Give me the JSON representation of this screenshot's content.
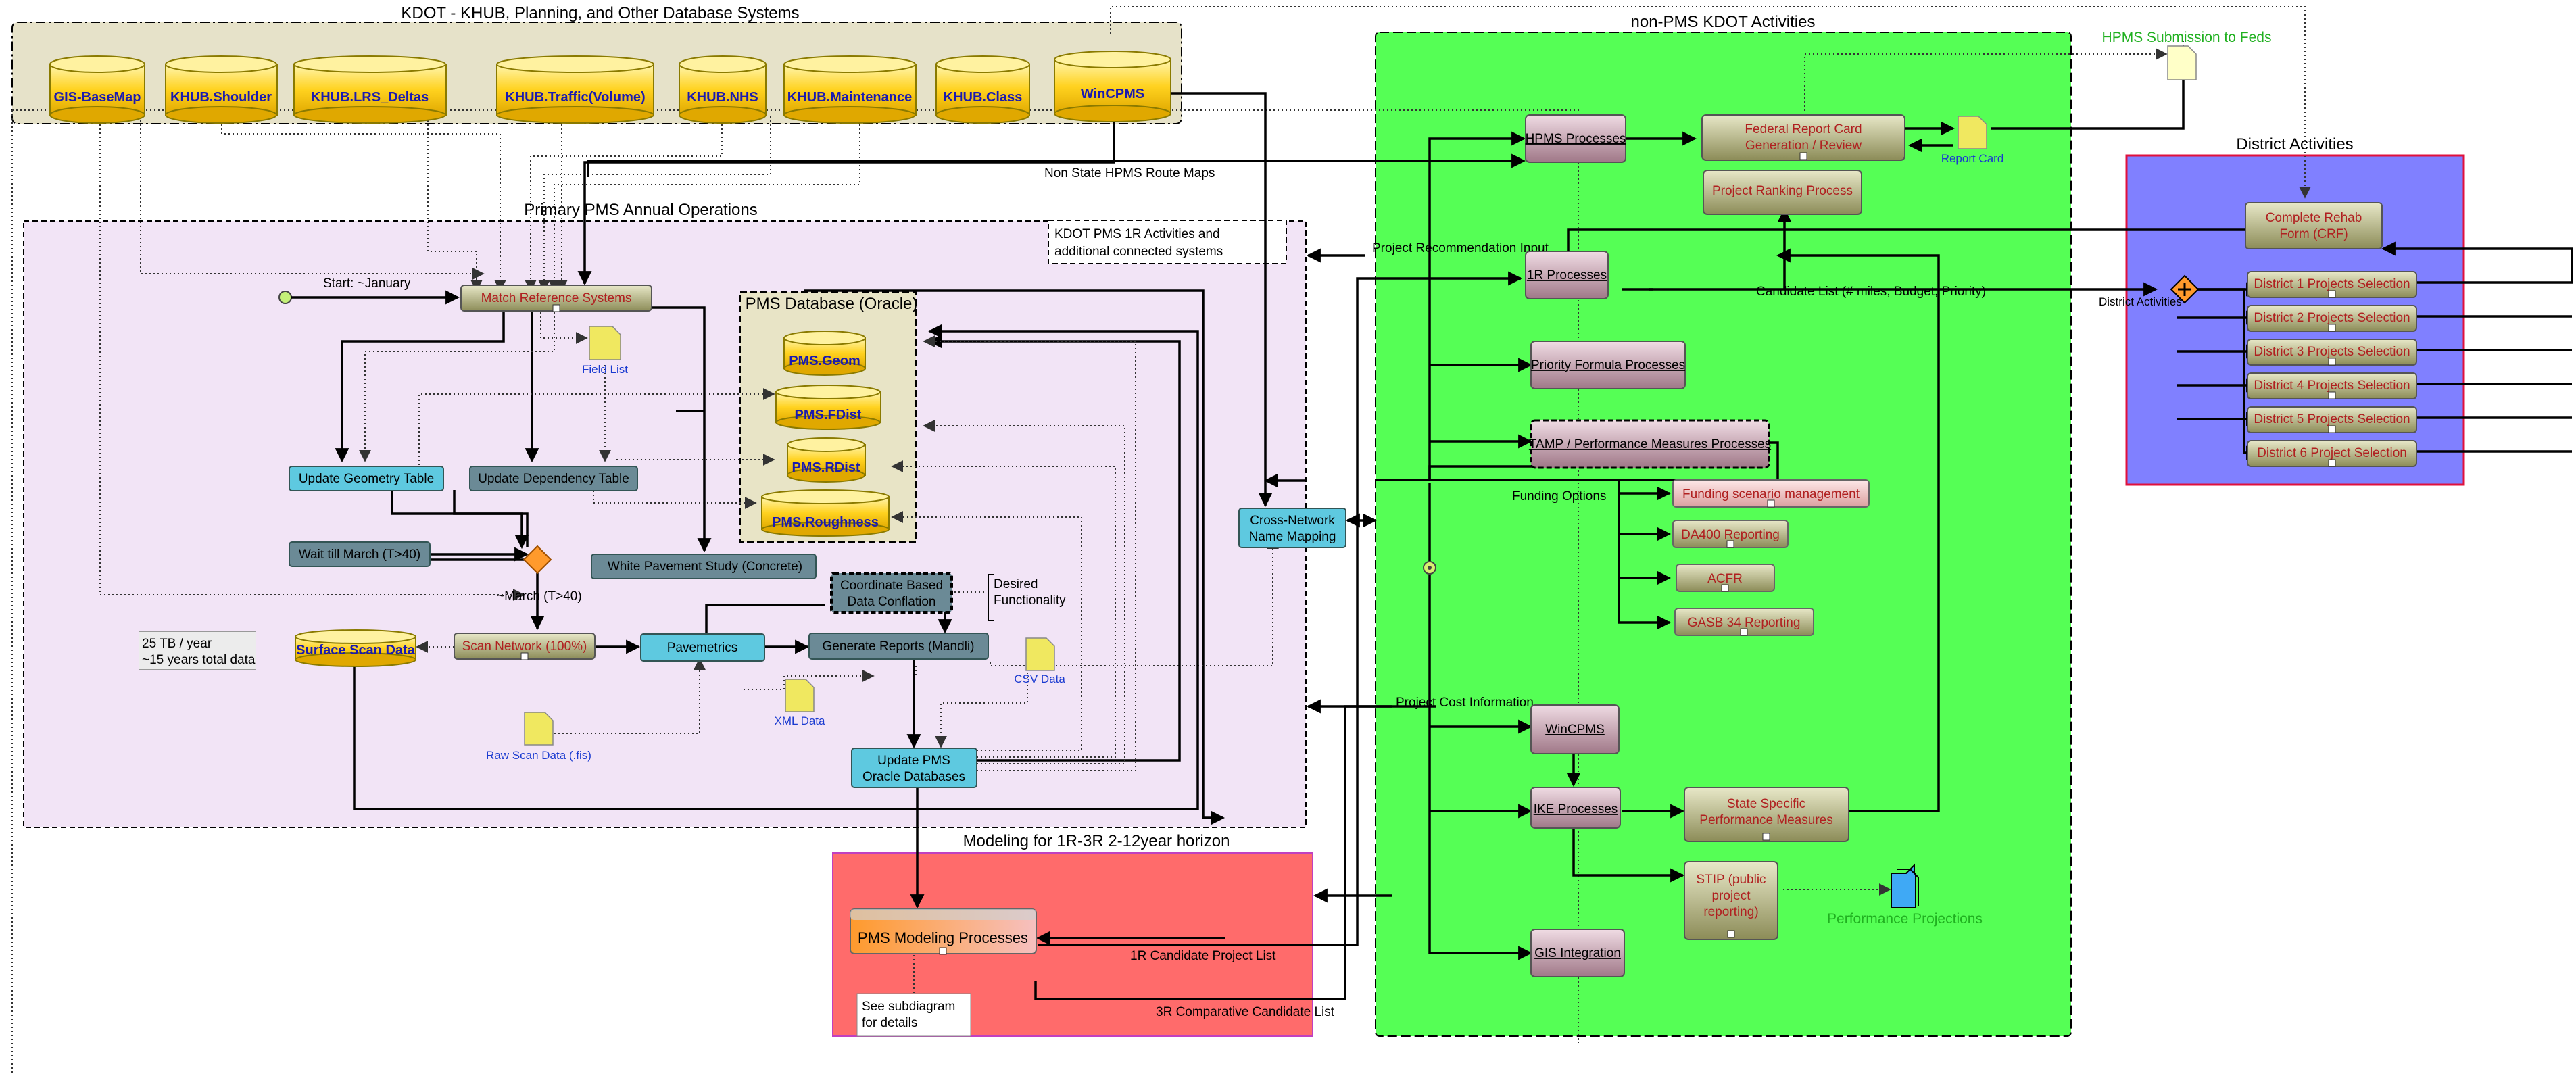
{
  "zones": {
    "kdot_db": "KDOT - KHUB, Planning, and Other Database Systems",
    "non_pms": "non-PMS KDOT Activities",
    "primary_pms": "Primary PMS Annual Operations",
    "pms_db": "PMS Database (Oracle)",
    "modeling": "Modeling for 1R-3R 2-12year horizon",
    "district": "District Activities",
    "kdot_1r_line1": "KDOT PMS 1R Activities and",
    "kdot_1r_line2": "additional connected systems"
  },
  "databases": [
    "GIS-BaseMap",
    "KHUB.Shoulder",
    "KHUB.LRS_Deltas",
    "KHUB.Traffic(Volume)",
    "KHUB.NHS",
    "KHUB.Maintenance",
    "KHUB.Class",
    "WinCPMS"
  ],
  "pms_databases": [
    "PMS.Geom",
    "PMS.FDist",
    "PMS.RDist",
    "PMS.Roughness"
  ],
  "surface_scan": "Surface Scan Data",
  "primary": {
    "start": "Start: ~January",
    "match": "Match Reference Systems",
    "field_list": "Field List",
    "update_geometry": "Update Geometry Table",
    "update_dependency": "Update Dependency Table",
    "wait": "Wait till March (T>40)",
    "march": "~March (T>40)",
    "white_pavement": "White Pavement Study (Concrete)",
    "coord_line1": "Coordinate Based",
    "coord_line2": "Data Conflation",
    "desired_line1": "Desired",
    "desired_line2": "Functionality",
    "scan_network": "Scan Network (100%)",
    "pavemetrics": "Pavemetrics",
    "generate_reports": "Generate Reports (Mandli)",
    "csv_data": "CSV Data",
    "xml_data": "XML Data",
    "raw_scan": "Raw Scan Data (.fis)",
    "update_pms_line1": "Update PMS",
    "update_pms_line2": "Oracle Databases",
    "tb_line1": "25 TB / year",
    "tb_line2": "~15 years total data"
  },
  "cross_line1": "Cross-Network",
  "cross_line2": "Name Mapping",
  "modeling": {
    "pms_modeling": "PMS Modeling Processes",
    "see_line1": "See subdiagram",
    "see_line2": "for details",
    "candidate_1r": "1R Candidate Project List",
    "candidate_3r": "3R Comparative Candidate List"
  },
  "non_pms": {
    "hpms_processes": "HPMS Processes",
    "federal_line1": "Federal Report Card",
    "federal_line2": "Generation / Review",
    "report_card": "Report Card",
    "hpms_submission": "HPMS Submission to Feds",
    "non_state_hpms": "Non State HPMS Route Maps",
    "project_ranking": "Project Ranking Process",
    "project_rec_input": "Project Recommendation Input",
    "processes_1r": "1R Processes",
    "candidate_list": "Candidate List (# miles, Budget, Priority)",
    "priority_formula": "Priority Formula Processes",
    "tamp": "TAMP / Performance Measures Processes",
    "funding_options": "Funding Options",
    "funding_scenario": "Funding scenario management",
    "da400": "DA400 Reporting",
    "acfr": "ACFR",
    "gasb": "GASB 34 Reporting",
    "project_cost": "Project Cost Information",
    "wincpms": "WinCPMS",
    "ike": "IKE Processes",
    "state_line1": "State Specific",
    "state_line2": "Performance Measures",
    "stip_line1": "STIP (public",
    "stip_line2": "project",
    "stip_line3": "reporting)",
    "performance_projections": "Performance Projections",
    "gis_integration": "GIS  Integration"
  },
  "district": {
    "crf_line1": "Complete Rehab",
    "crf_line2": "Form (CRF)",
    "district_activities_label": "District Activities",
    "selections": [
      "District 1 Projects Selection",
      "District 2 Projects Selection",
      "District 3 Projects Selection",
      "District 4 Projects Selection",
      "District 5 Projects Selection",
      "District 6 Project Selection"
    ]
  },
  "colors": {
    "kdot_bg": "#e6e2c9",
    "primary_bg": "#f2e4f6",
    "pms_db_bg": "#e8e4c6",
    "modeling_bg": "#ff6b6b",
    "non_pms_bg": "#55ff55",
    "district_bg": "#8080ff",
    "db_fill": "#ffd21f",
    "teal_box": "#5ec9e0",
    "slate_box": "#6b8a96",
    "olive_box": "#a8a878",
    "mauve_box": "#c2a0b0",
    "pink_box": "#f0c8c8",
    "note_yellow": "#f0e860"
  }
}
